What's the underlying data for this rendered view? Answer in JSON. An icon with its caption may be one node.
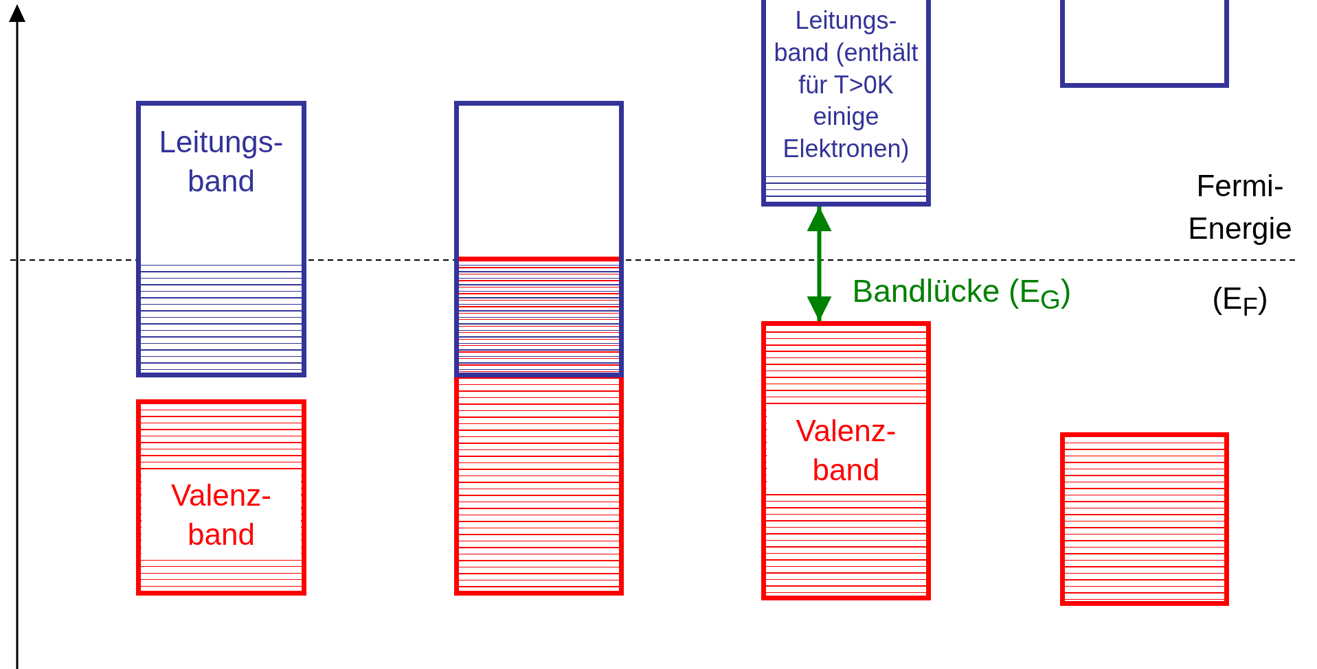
{
  "diagram": {
    "nodes": [
      {
        "text": [
          "Leitungs- band"
        ]
      },
      {
        "text": [
          "Valenz- band"
        ]
      },
      {
        "text": [],
        "shape": "box"
      },
      {
        "text": [],
        "shape": "box"
      },
      {
        "text": [
          "Leitungs- band (enthält für T>0K einige Elektronen)"
        ]
      },
      {
        "text": [
          "Valenz- band"
        ]
      },
      {
        "text": [],
        "shape": "box"
      },
      {
        "text": [],
        "shape": "box"
      }
    ],
    "edges": [
      {
        "from": 4,
        "to": 5,
        "arrow": "both",
        "label": "Bandlücke (E$_{G}$)",
        "color": "#008000"
      }
    ],
    "labels": [
      "Fermi- Energie",
      "(E$_{F}$)"
    ]
  }
}
